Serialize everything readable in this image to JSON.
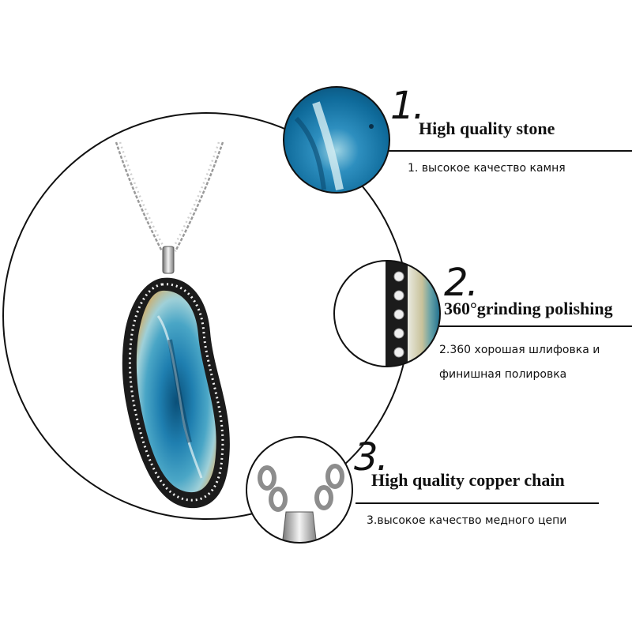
{
  "features": [
    {
      "number": "1.",
      "title": "High quality stone",
      "description_lines": [
        "1. высокое качество камня"
      ]
    },
    {
      "number": "2.",
      "title": "360°grinding polishing",
      "description_lines": [
        "2.360 хорошая шлифовка и",
        "финишная полировка"
      ]
    },
    {
      "number": "3.",
      "title": "High quality copper chain",
      "description_lines": [
        "3.высокое качество медного цепи"
      ]
    }
  ],
  "colors": {
    "agate_deep": "#0f5e86",
    "agate_mid": "#2a8fb5",
    "agate_light": "#8ec7d6",
    "agate_edge": "#b9a36a",
    "bezel": "#1b1b1b",
    "rhinestone": "#f2f2f2",
    "chain": "#9a9a9a"
  }
}
